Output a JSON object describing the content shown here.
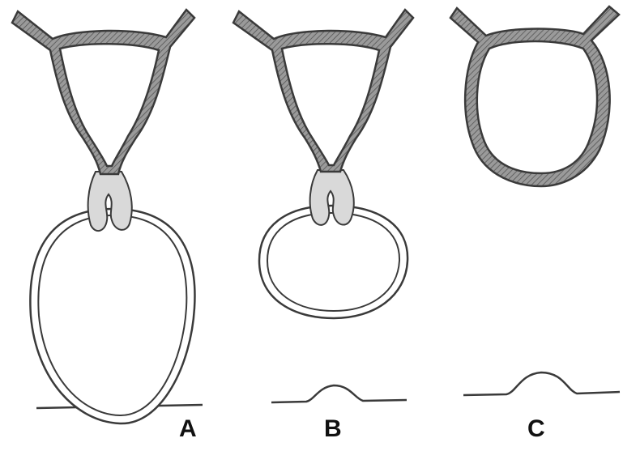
{
  "panels": [
    {
      "id": "A",
      "label": "A"
    },
    {
      "id": "B",
      "label": "B"
    },
    {
      "id": "C",
      "label": "C"
    }
  ],
  "colors": {
    "ink": "#3a3a3a",
    "hatch_fill": "#8e8e8e",
    "hatch_line": "#5a5a5a",
    "stalk_fill": "#d9d9d9",
    "paper": "#ffffff"
  }
}
